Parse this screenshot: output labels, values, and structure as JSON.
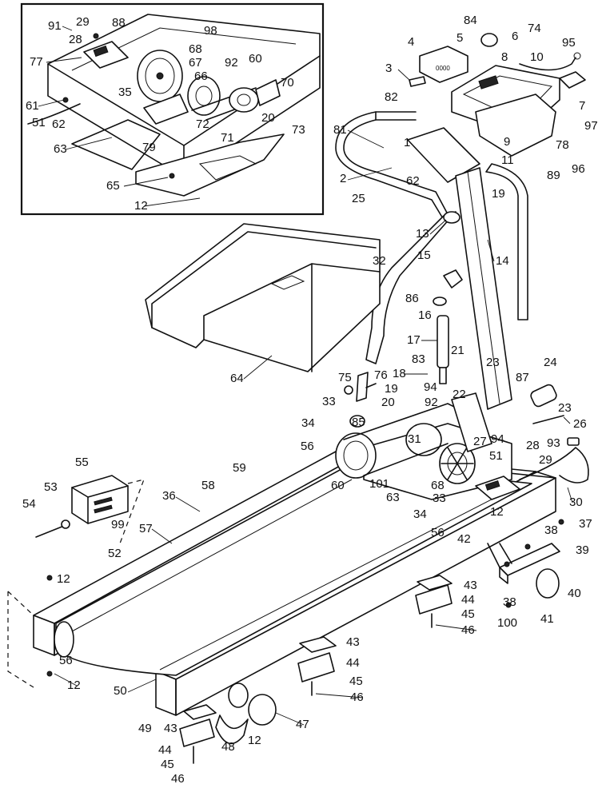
{
  "diagram": {
    "labels": [
      {
        "id": "l91",
        "text": "91"
      },
      {
        "id": "l29a",
        "text": "29"
      },
      {
        "id": "l88",
        "text": "88"
      },
      {
        "id": "l98",
        "text": "98"
      },
      {
        "id": "l28a",
        "text": "28"
      },
      {
        "id": "l68a",
        "text": "68"
      },
      {
        "id": "l77",
        "text": "77"
      },
      {
        "id": "l67",
        "text": "67"
      },
      {
        "id": "l92a",
        "text": "92"
      },
      {
        "id": "l60a",
        "text": "60"
      },
      {
        "id": "l35",
        "text": "35"
      },
      {
        "id": "l66",
        "text": "66"
      },
      {
        "id": "l70",
        "text": "70"
      },
      {
        "id": "l61",
        "text": "61"
      },
      {
        "id": "l51a",
        "text": "51"
      },
      {
        "id": "l62a",
        "text": "62"
      },
      {
        "id": "l72",
        "text": "72"
      },
      {
        "id": "l71",
        "text": "71"
      },
      {
        "id": "l20a",
        "text": "20"
      },
      {
        "id": "l73",
        "text": "73"
      },
      {
        "id": "l79",
        "text": "79"
      },
      {
        "id": "l63a",
        "text": "63"
      },
      {
        "id": "l65",
        "text": "65"
      },
      {
        "id": "l12a",
        "text": "12"
      },
      {
        "id": "l4",
        "text": "4"
      },
      {
        "id": "l84",
        "text": "84"
      },
      {
        "id": "l5",
        "text": "5"
      },
      {
        "id": "l6",
        "text": "6"
      },
      {
        "id": "l74",
        "text": "74"
      },
      {
        "id": "l95",
        "text": "95"
      },
      {
        "id": "l3",
        "text": "3"
      },
      {
        "id": "l8",
        "text": "8"
      },
      {
        "id": "l10",
        "text": "10"
      },
      {
        "id": "l7",
        "text": "7"
      },
      {
        "id": "l82",
        "text": "82"
      },
      {
        "id": "l97",
        "text": "97"
      },
      {
        "id": "l81",
        "text": "81"
      },
      {
        "id": "l1",
        "text": "1"
      },
      {
        "id": "l9",
        "text": "9"
      },
      {
        "id": "l78",
        "text": "78"
      },
      {
        "id": "l2",
        "text": "2"
      },
      {
        "id": "l11",
        "text": "11"
      },
      {
        "id": "l89",
        "text": "89"
      },
      {
        "id": "l96",
        "text": "96"
      },
      {
        "id": "l62b",
        "text": "62"
      },
      {
        "id": "l25",
        "text": "25"
      },
      {
        "id": "l19a",
        "text": "19"
      },
      {
        "id": "l13",
        "text": "13"
      },
      {
        "id": "l14",
        "text": "14"
      },
      {
        "id": "l32",
        "text": "32"
      },
      {
        "id": "l15",
        "text": "15"
      },
      {
        "id": "l86",
        "text": "86"
      },
      {
        "id": "l16",
        "text": "16"
      },
      {
        "id": "l17",
        "text": "17"
      },
      {
        "id": "l21",
        "text": "21"
      },
      {
        "id": "l83",
        "text": "83"
      },
      {
        "id": "l23a",
        "text": "23"
      },
      {
        "id": "l18",
        "text": "18"
      },
      {
        "id": "l24",
        "text": "24"
      },
      {
        "id": "l64",
        "text": "64"
      },
      {
        "id": "l75",
        "text": "75"
      },
      {
        "id": "l76",
        "text": "76"
      },
      {
        "id": "l19b",
        "text": "19"
      },
      {
        "id": "l94a",
        "text": "94"
      },
      {
        "id": "l22",
        "text": "22"
      },
      {
        "id": "l87",
        "text": "87"
      },
      {
        "id": "l20b",
        "text": "20"
      },
      {
        "id": "l92b",
        "text": "92"
      },
      {
        "id": "l23b",
        "text": "23"
      },
      {
        "id": "l33a",
        "text": "33"
      },
      {
        "id": "l34a",
        "text": "34"
      },
      {
        "id": "l85",
        "text": "85"
      },
      {
        "id": "l26",
        "text": "26"
      },
      {
        "id": "l56a",
        "text": "56"
      },
      {
        "id": "l31",
        "text": "31"
      },
      {
        "id": "l27",
        "text": "27"
      },
      {
        "id": "l94b",
        "text": "94"
      },
      {
        "id": "l28b",
        "text": "28"
      },
      {
        "id": "l93",
        "text": "93"
      },
      {
        "id": "l51b",
        "text": "51"
      },
      {
        "id": "l29b",
        "text": "29"
      },
      {
        "id": "l55",
        "text": "55"
      },
      {
        "id": "l60b",
        "text": "60"
      },
      {
        "id": "l101",
        "text": "101"
      },
      {
        "id": "l68b",
        "text": "68"
      },
      {
        "id": "l63b",
        "text": "63"
      },
      {
        "id": "l33b",
        "text": "33"
      },
      {
        "id": "l53",
        "text": "53"
      },
      {
        "id": "l59",
        "text": "59"
      },
      {
        "id": "l54",
        "text": "54"
      },
      {
        "id": "l36",
        "text": "36"
      },
      {
        "id": "l58",
        "text": "58"
      },
      {
        "id": "l30",
        "text": "30"
      },
      {
        "id": "l99",
        "text": "99"
      },
      {
        "id": "l12b",
        "text": "12"
      },
      {
        "id": "l34b",
        "text": "34"
      },
      {
        "id": "l37",
        "text": "37"
      },
      {
        "id": "l57",
        "text": "57"
      },
      {
        "id": "l42",
        "text": "42"
      },
      {
        "id": "l56b",
        "text": "56"
      },
      {
        "id": "l52",
        "text": "52"
      },
      {
        "id": "l38a",
        "text": "38"
      },
      {
        "id": "l39",
        "text": "39"
      },
      {
        "id": "l12c",
        "text": "12"
      },
      {
        "id": "l40",
        "text": "40"
      },
      {
        "id": "l43a",
        "text": "43"
      },
      {
        "id": "l44a",
        "text": "44"
      },
      {
        "id": "l38b",
        "text": "38"
      },
      {
        "id": "l45a",
        "text": "45"
      },
      {
        "id": "l100",
        "text": "100"
      },
      {
        "id": "l41",
        "text": "41"
      },
      {
        "id": "l46a",
        "text": "46"
      },
      {
        "id": "l56c",
        "text": "56"
      },
      {
        "id": "l12d",
        "text": "12"
      },
      {
        "id": "l43b",
        "text": "43"
      },
      {
        "id": "l44b",
        "text": "44"
      },
      {
        "id": "l50",
        "text": "50"
      },
      {
        "id": "l45b",
        "text": "45"
      },
      {
        "id": "l46b",
        "text": "46"
      },
      {
        "id": "l47",
        "text": "47"
      },
      {
        "id": "l49",
        "text": "49"
      },
      {
        "id": "l43c",
        "text": "43"
      },
      {
        "id": "l12e",
        "text": "12"
      },
      {
        "id": "l44c",
        "text": "44"
      },
      {
        "id": "l48",
        "text": "48"
      },
      {
        "id": "l45c",
        "text": "45"
      },
      {
        "id": "l46c",
        "text": "46"
      }
    ]
  }
}
